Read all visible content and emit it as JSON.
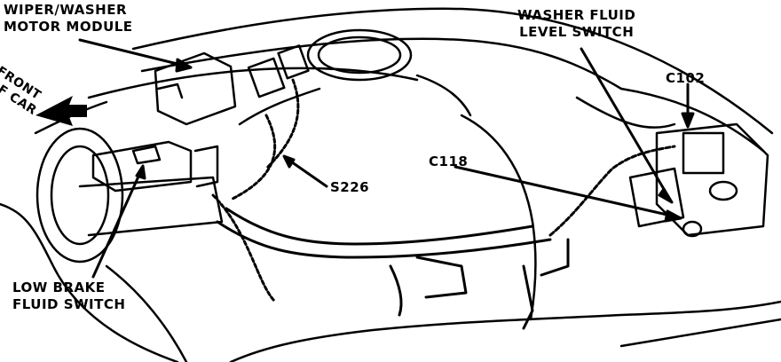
{
  "labels": {
    "wiper_module": [
      "WIPER/WASHER",
      "MOTOR MODULE"
    ],
    "front_of_car": [
      "FRONT",
      "OF CAR"
    ],
    "washer_fluid_switch": [
      "WASHER FLUID",
      "LEVEL SWITCH"
    ],
    "c102": "C102",
    "c118": "C118",
    "s226": "S226",
    "low_brake_switch": [
      "LOW BRAKE",
      "FLUID SWITCH"
    ]
  }
}
